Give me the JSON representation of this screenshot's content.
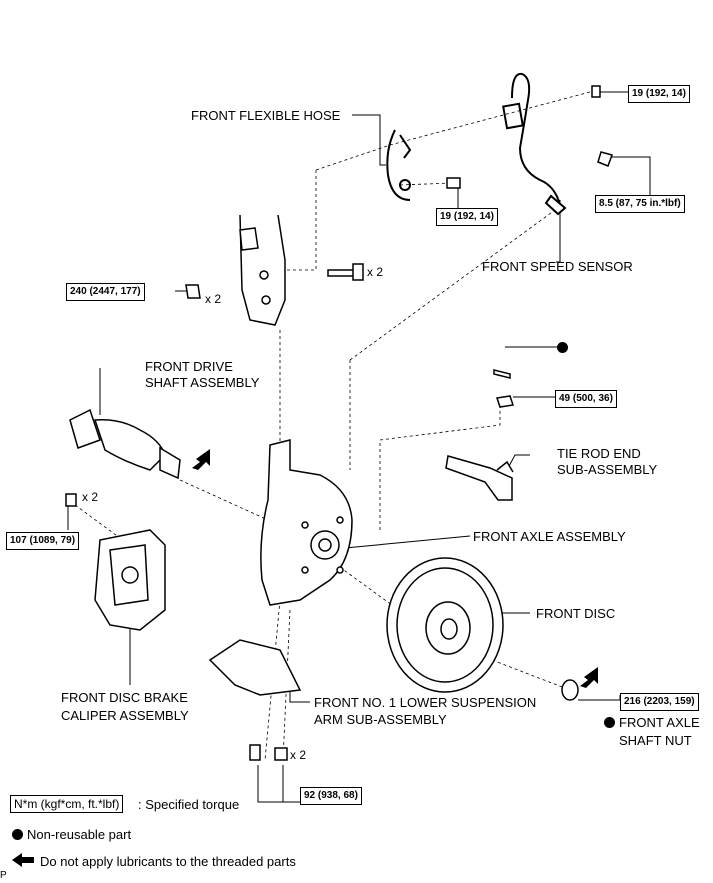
{
  "labels": {
    "front_flexible_hose": "FRONT FLEXIBLE HOSE",
    "front_speed_sensor": "FRONT SPEED SENSOR",
    "front_drive_shaft_1": "FRONT DRIVE",
    "front_drive_shaft_2": "SHAFT ASSEMBLY",
    "tie_rod_1": "TIE ROD END",
    "tie_rod_2": "SUB-ASSEMBLY",
    "front_axle_assembly": "FRONT AXLE ASSEMBLY",
    "front_disc": "FRONT DISC",
    "caliper_1": "FRONT DISC BRAKE",
    "caliper_2": "CALIPER ASSEMBLY",
    "lower_arm_1": "FRONT NO. 1 LOWER SUSPENSION",
    "lower_arm_2": "ARM SUB-ASSEMBLY",
    "axle_nut_1": "FRONT AXLE",
    "axle_nut_2": "SHAFT NUT"
  },
  "torques": {
    "t_top": "19 (192, 14)",
    "t_hose": "19 (192, 14)",
    "t_sensor": "8.5 (87, 75 in.*lbf)",
    "t_strut": "240 (2447, 177)",
    "t_tierod": "49 (500, 36)",
    "t_caliper": "107 (1089, 79)",
    "t_axlenut": "216 (2203, 159)",
    "t_lowerarm": "92 (938, 68)"
  },
  "multipliers": {
    "strut_bolt": "x 2",
    "strut_nut": "x 2",
    "caliper_bolt": "x 2",
    "lowerarm_nut": "x 2"
  },
  "legend": {
    "torque_unit": "N*m (kgf*cm, ft.*lbf)",
    "torque_desc": ": Specified torque",
    "nonreusable": "Non-reusable part",
    "no_lubricant": "Do not apply lubricants to the threaded parts"
  },
  "corner_mark": "P"
}
